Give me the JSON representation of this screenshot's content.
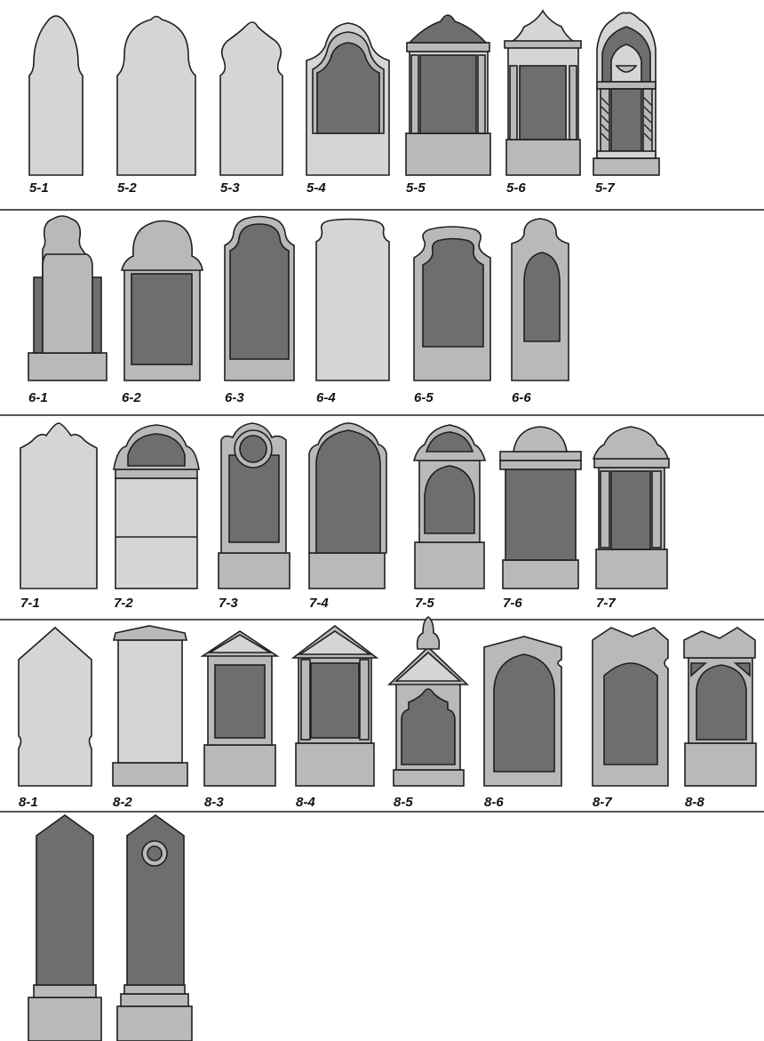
{
  "colors": {
    "light": "#d5d5d5",
    "mid": "#b9b9b9",
    "dark": "#6e6e6e",
    "stroke": "#1f1f1f",
    "divider": "#555555"
  },
  "rows": [
    {
      "labels": [
        "5-1",
        "5-2",
        "5-3",
        "5-4",
        "5-5",
        "5-6",
        "5-7"
      ]
    },
    {
      "labels": [
        "6-1",
        "6-2",
        "6-3",
        "6-4",
        "6-5",
        "6-6"
      ]
    },
    {
      "labels": [
        "7-1",
        "7-2",
        "7-3",
        "7-4",
        "7-5",
        "7-6",
        "7-7"
      ]
    },
    {
      "labels": [
        "8-1",
        "8-2",
        "8-3",
        "8-4",
        "8-5",
        "8-6",
        "8-7",
        "8-8"
      ]
    },
    {
      "labels": []
    }
  ]
}
